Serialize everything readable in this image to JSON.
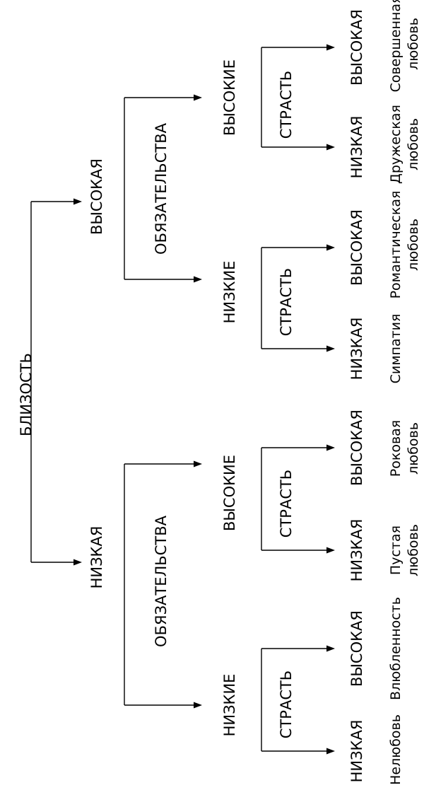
{
  "root": "БЛИЗОСТЬ",
  "intimacy": {
    "low": "НИЗКАЯ",
    "high": "ВЫСОКАЯ"
  },
  "commitment": {
    "label": "ОБЯЗАТЕЛЬСТВА",
    "low": "НИЗКИЕ",
    "high": "ВЫСОКИЕ"
  },
  "passion": {
    "label": "СТРАСТЬ",
    "low": "НИЗКАЯ",
    "high": "ВЫСОКАЯ"
  },
  "outcomes": [
    {
      "line1": "Нелюбовь",
      "line2": ""
    },
    {
      "line1": "Влюбленность",
      "line2": ""
    },
    {
      "line1": "Пустая",
      "line2": "любовь"
    },
    {
      "line1": "Роковая",
      "line2": "любовь"
    },
    {
      "line1": "Симпатия",
      "line2": ""
    },
    {
      "line1": "Романтическая",
      "line2": "любовь"
    },
    {
      "line1": "Дружеская",
      "line2": "любовь"
    },
    {
      "line1": "Совершенная",
      "line2": "любовь"
    }
  ],
  "colors": {
    "ink": "#000000",
    "background": "#ffffff"
  }
}
